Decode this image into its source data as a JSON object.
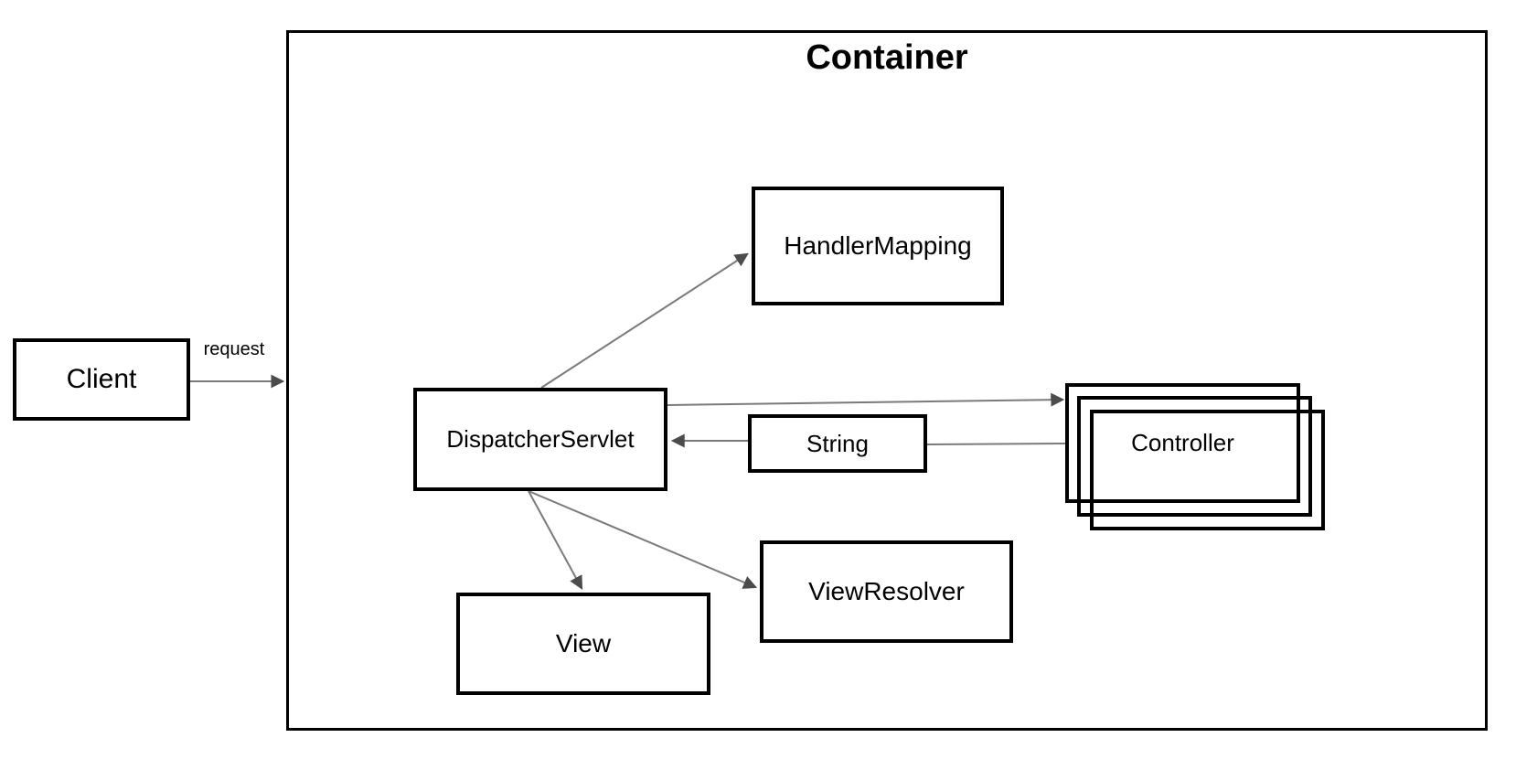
{
  "diagram": {
    "title": "Container",
    "nodes": {
      "client": {
        "label": "Client"
      },
      "dispatcher_servlet": {
        "label": "DispatcherServlet"
      },
      "handler_mapping": {
        "label": "HandlerMapping"
      },
      "string": {
        "label": "String"
      },
      "controller": {
        "label": "Controller",
        "stack_count": 3
      },
      "view_resolver": {
        "label": "ViewResolver"
      },
      "view": {
        "label": "View"
      }
    },
    "edges": {
      "client_to_container": {
        "label": "request",
        "from": "Client",
        "to": "Container"
      },
      "dispatcher_to_handler_mapping": {
        "label": "",
        "from": "DispatcherServlet",
        "to": "HandlerMapping"
      },
      "dispatcher_to_controller": {
        "label": "",
        "from": "DispatcherServlet",
        "to": "Controller"
      },
      "controller_to_string": {
        "label": "",
        "from": "Controller",
        "to": "String"
      },
      "string_to_dispatcher": {
        "label": "",
        "from": "String",
        "to": "DispatcherServlet"
      },
      "dispatcher_to_view": {
        "label": "",
        "from": "DispatcherServlet",
        "to": "View"
      },
      "dispatcher_to_view_resolver": {
        "label": "",
        "from": "DispatcherServlet",
        "to": "ViewResolver"
      }
    },
    "colors": {
      "background": "#ffffff",
      "box_border": "#000000",
      "text": "#000000",
      "arrow_line": "#7a7a7a",
      "arrow_head": "#4c4c4c"
    }
  }
}
